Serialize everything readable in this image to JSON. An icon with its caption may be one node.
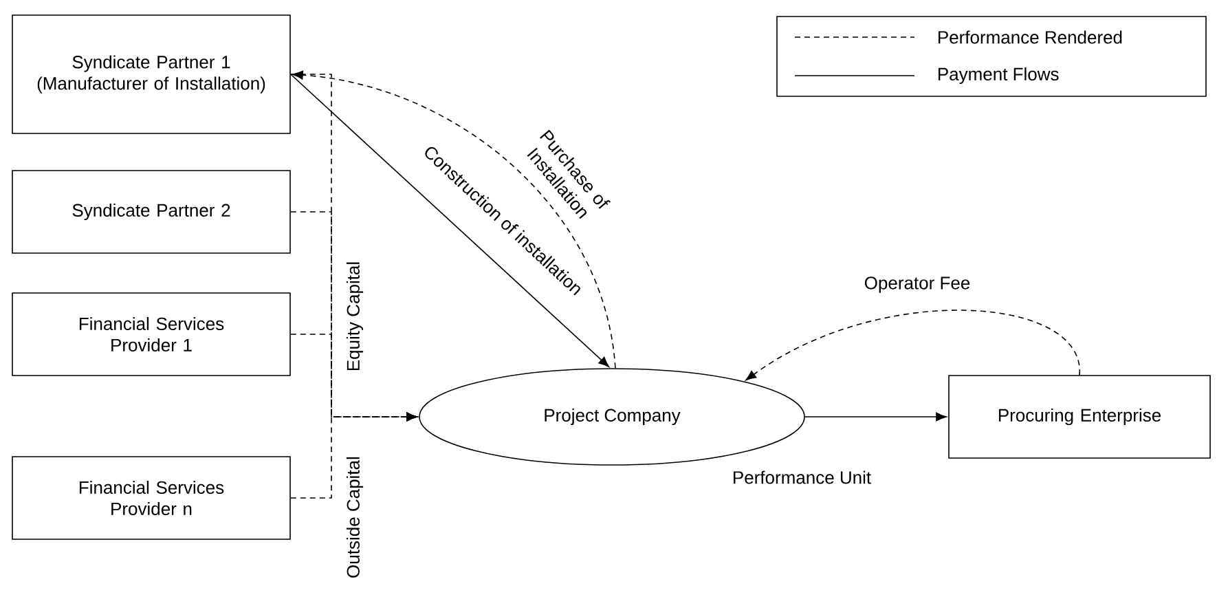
{
  "diagram": {
    "nodes": [
      {
        "text": [
          "Syndicate Partner 1 (Manufacturer of Installation)"
        ]
      },
      {
        "text": [
          "Syndicate Partner 2"
        ]
      },
      {
        "text": [
          "Financial Services Provider 1"
        ]
      },
      {
        "text": [
          "Financial Services Provider n"
        ]
      },
      {
        "text": [
          "Project Company"
        ]
      },
      {
        "text": [
          "Procuring Enterprise"
        ]
      }
    ],
    "edges": [
      {
        "from": 0,
        "to": 4,
        "arrow": "to",
        "style": "dashed"
      },
      {
        "from": 1,
        "to": 4,
        "arrow": "to",
        "style": "dashed"
      },
      {
        "from": 2,
        "to": 4,
        "arrow": "to",
        "style": "dashed"
      },
      {
        "from": 3,
        "to": 4,
        "arrow": "to",
        "style": "dashed"
      },
      {
        "from": 0,
        "to": 4,
        "arrow": "to",
        "label": "Construction of installation"
      },
      {
        "from": 4,
        "to": 0,
        "arrow": "to",
        "style": "dashed",
        "label": "Purchase of Installation"
      },
      {
        "from": 4,
        "to": 5,
        "arrow": "to",
        "label": "Performance Unit"
      },
      {
        "from": 5,
        "to": 4,
        "arrow": "to",
        "style": "dashed",
        "label": "Operator Fee"
      }
    ],
    "labels": [
      "Equity Capital",
      "Outside Capital"
    ],
    "legend": [
      {
        "text": "Performance Rendered"
      },
      {
        "text": "Payment Flows"
      }
    ]
  }
}
